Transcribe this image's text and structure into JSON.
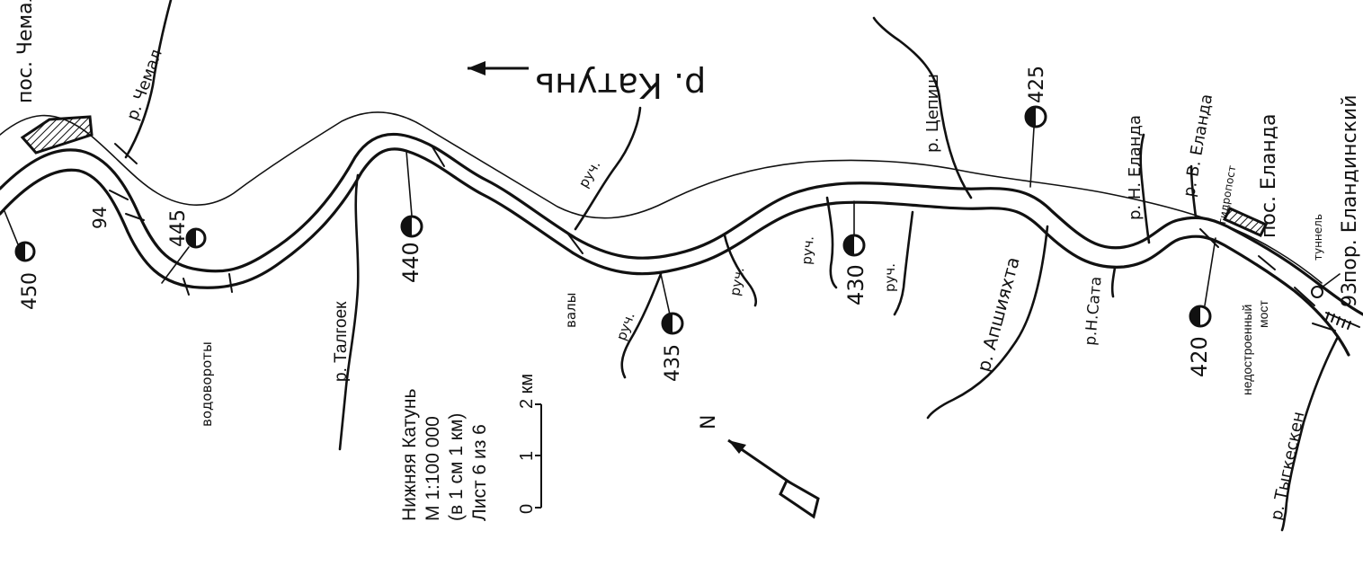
{
  "title_river": "р. Катунь",
  "settlements": {
    "chemal": "пос. Чемал",
    "elanda": "пос. Еланда"
  },
  "rivers": {
    "chemal": "р. Чемал",
    "talgoek": "р. Талгоек",
    "tsepish": "р. Цепиш",
    "apshiyakhta": "р. Апшияхта",
    "n_sata": "р.Н.Сата",
    "n_elanda": "р. Н. Еланда",
    "v_elanda": "р. В. Еланда",
    "tygkesken": "р. Тыгкескен"
  },
  "streams": [
    "руч.",
    "руч.",
    "руч.",
    "руч.",
    "руч."
  ],
  "features": {
    "vodovoroty": "водовороты",
    "valy": "валы",
    "gidropost": "гидропост",
    "tunnel": "туннель",
    "bridge_line1": "недостроенный",
    "bridge_line2": "мост",
    "rapid_name": "пор. Еландинский"
  },
  "km_marks": [
    "94",
    "93"
  ],
  "elevations": [
    "450",
    "445",
    "440",
    "435",
    "430",
    "425",
    "420"
  ],
  "legend": {
    "line1": "Нижняя Катунь",
    "line2": "М 1:100 000",
    "line3": "(в 1 см 1 км)",
    "line4": "Лист 6 из 6"
  },
  "scale_bar": {
    "label_0": "0",
    "label_1": "1",
    "label_2": "2 км",
    "max_km": 2
  },
  "north_label": "N"
}
